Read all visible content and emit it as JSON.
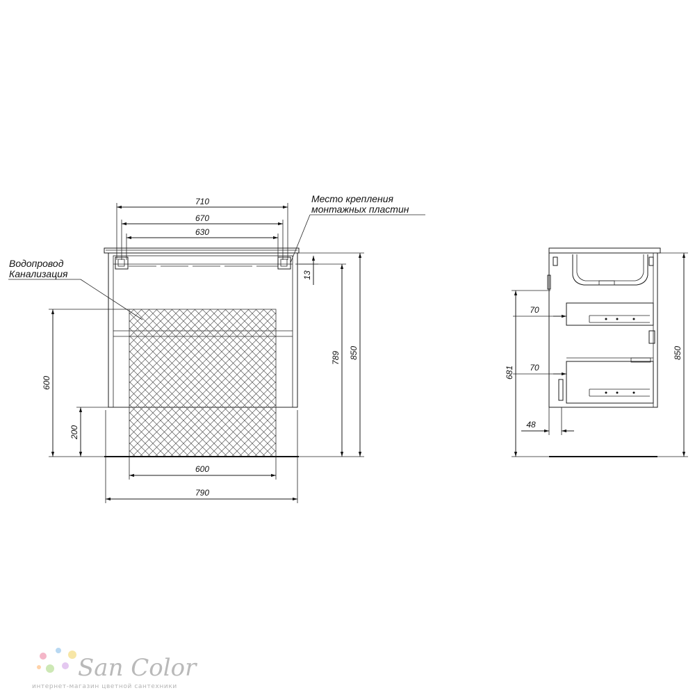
{
  "front_view": {
    "dims": {
      "w710": "710",
      "w670": "670",
      "w630": "630",
      "h13": "13",
      "h789": "789",
      "h850": "850",
      "h600": "600",
      "h200": "200",
      "w600": "600",
      "w790": "790"
    },
    "labels": {
      "mount_line1": "Место крепления",
      "mount_line2": "монтажных пластин",
      "pipes_line1": "Водопровод",
      "pipes_line2": "Канализация"
    }
  },
  "side_view": {
    "dims": {
      "d70_upper": "70",
      "d70_lower": "70",
      "h681": "681",
      "d48": "48",
      "h850": "850"
    }
  },
  "brand": {
    "name": "San Color",
    "tagline": "интернет-магазин цветной сантехники",
    "dot_colors": [
      "#f4b6c8",
      "#b8d8f2",
      "#f7e6a6",
      "#cde8b5",
      "#e4c8f0",
      "#ffd2a8"
    ]
  }
}
